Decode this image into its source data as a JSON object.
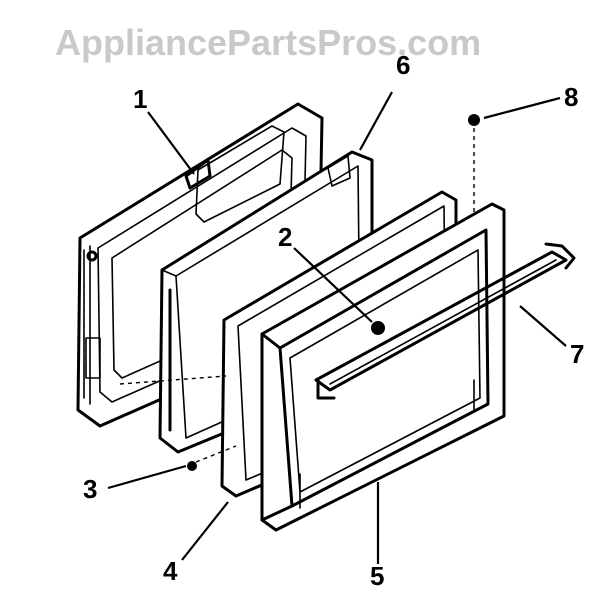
{
  "watermark": "AppliancePartsPros.com",
  "callouts": {
    "part_1": "1",
    "part_2": "2",
    "part_3": "3",
    "part_4": "4",
    "part_5": "5",
    "part_6": "6",
    "part_7": "7",
    "part_8": "8"
  },
  "colors": {
    "ink": "#000000",
    "watermark": "#c9c9c9",
    "background": "#ffffff"
  }
}
